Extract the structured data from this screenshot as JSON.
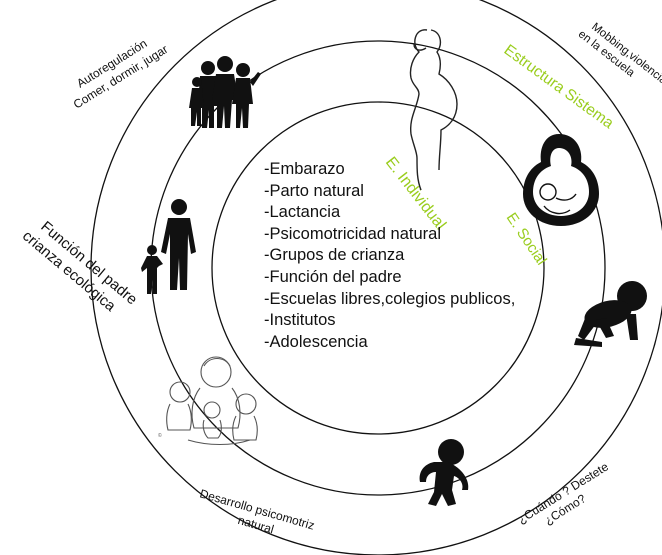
{
  "center_list": [
    "-Embarazo",
    "-Parto natural",
    "-Lactancia",
    "-Psicomotricidad natural",
    "-Grupos de crianza",
    "-Función del padre",
    "-Escuelas libres,colegios publicos,",
    "-Institutos",
    "-Adolescencia"
  ],
  "ring_labels": {
    "individual": "E. Individual",
    "social": "E. Social",
    "system": "Estructura Sistema"
  },
  "outer_labels": {
    "autoregulation": [
      "Autoregulación",
      "Comer, dormir, jugar"
    ],
    "father_role": [
      "Función del padre",
      "crianza ecológica"
    ],
    "bullying": [
      "Mobbing,violencia",
      "en la escuela"
    ],
    "weaning": [
      "¿Cuándo ? Destete",
      "¿Cómo?"
    ],
    "psychomotor": [
      "Desarrollo psicomotriz",
      "natural"
    ]
  },
  "colors": {
    "ring_label": "#9acd1e",
    "lines": "#111111"
  },
  "icons": [
    "family-silhouette-icon",
    "father-child-silhouette-icon",
    "pregnant-woman-icon",
    "breastfeeding-icon",
    "crawling-baby-icon",
    "toddler-silhouette-icon",
    "children-group-illustration"
  ]
}
